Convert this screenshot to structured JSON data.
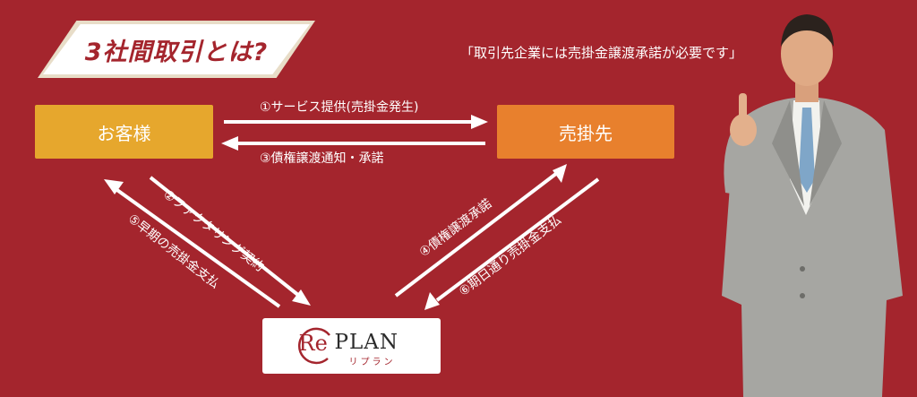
{
  "title": "3社間取引とは?",
  "quote": "「取引先企業には売掛金譲渡承諾が必要です」",
  "nodes": {
    "customer": "お客様",
    "vendor": "売掛先",
    "replan": {
      "logo_re": "Re",
      "logo_plan": "PLAN",
      "logo_kana": "リプラン"
    }
  },
  "steps": {
    "s1": "①サービス提供(売掛金発生)",
    "s2": "②ファクタリング契約",
    "s3": "③債権譲渡通知・承諾",
    "s4": "④債権譲渡承諾",
    "s5": "⑤早期の売掛金支払",
    "s6": "⑥期日通り売掛金支払"
  },
  "colors": {
    "background": "#a4252d",
    "customer": "#e6a72d",
    "vendor": "#e8802d",
    "title_text": "#a4252d"
  }
}
